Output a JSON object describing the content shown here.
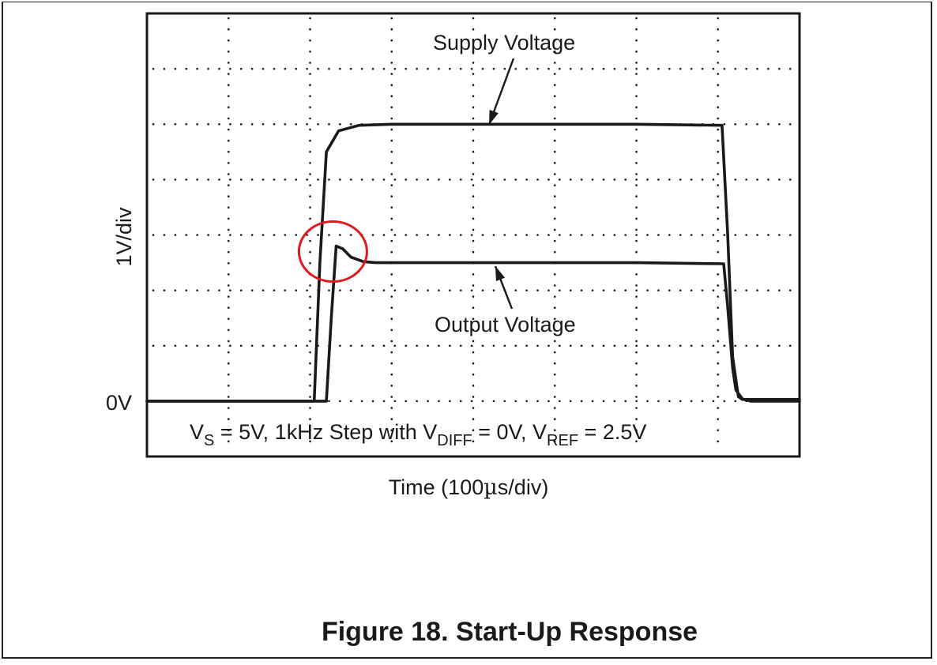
{
  "chart_data": {
    "type": "line",
    "xlabel_prefix": "Time (100",
    "xlabel_mu": "µ",
    "xlabel_suffix": "s/div)",
    "ylabel": "1V/div",
    "zero_label": "0V",
    "grid": true,
    "x_divisions": 8,
    "y_divisions": 8,
    "ylim_div": [
      -1,
      7
    ],
    "xlim_div": [
      0,
      8
    ],
    "annotations": {
      "supply": "Supply Voltage",
      "output": "Output Voltage"
    },
    "condition": {
      "vs_main": "V",
      "vs_sub": "S",
      "vs_text": " = 5V, 1kHz Step with V",
      "diff_sub": "DIFF",
      "mid_text": " = 0V, V",
      "ref_sub": "REF",
      "end_text": " = 2.5V"
    },
    "highlight_color": "#e0191f",
    "series": [
      {
        "name": "Supply Voltage",
        "x": [
          0,
          2.05,
          2.12,
          2.2,
          2.35,
          2.6,
          3.0,
          6.0,
          7.05,
          7.12,
          7.18,
          7.25,
          7.3,
          8.0
        ],
        "y": [
          0,
          0,
          2.5,
          4.5,
          4.88,
          4.98,
          5.0,
          5.0,
          4.98,
          3.0,
          0.8,
          0.08,
          0.03,
          0.03
        ]
      },
      {
        "name": "Output Voltage",
        "x": [
          0,
          2.2,
          2.26,
          2.32,
          2.4,
          2.5,
          2.65,
          2.8,
          6.0,
          7.07,
          7.12,
          7.18,
          7.22,
          7.3,
          7.4,
          8.0
        ],
        "y": [
          0,
          0,
          1.5,
          2.8,
          2.75,
          2.6,
          2.52,
          2.5,
          2.5,
          2.48,
          1.7,
          0.6,
          0.2,
          0.04,
          0.0,
          0.0
        ]
      }
    ]
  },
  "figure": {
    "caption": "Figure 18. Start-Up Response"
  }
}
